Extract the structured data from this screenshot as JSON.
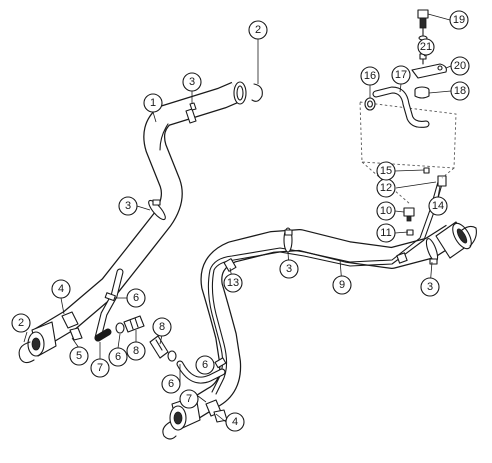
{
  "callouts": [
    {
      "label": "1"
    },
    {
      "label": "2"
    },
    {
      "label": "3"
    },
    {
      "label": "3"
    },
    {
      "label": "2"
    },
    {
      "label": "4"
    },
    {
      "label": "5"
    },
    {
      "label": "6"
    },
    {
      "label": "7"
    },
    {
      "label": "6"
    },
    {
      "label": "8"
    },
    {
      "label": "8"
    },
    {
      "label": "6"
    },
    {
      "label": "6"
    },
    {
      "label": "7"
    },
    {
      "label": "4"
    },
    {
      "label": "13"
    },
    {
      "label": "3"
    },
    {
      "label": "9"
    },
    {
      "label": "3"
    },
    {
      "label": "11"
    },
    {
      "label": "10"
    },
    {
      "label": "12"
    },
    {
      "label": "14"
    },
    {
      "label": "15"
    },
    {
      "label": "16"
    },
    {
      "label": "17"
    },
    {
      "label": "18"
    },
    {
      "label": "19"
    },
    {
      "label": "20"
    },
    {
      "label": "21"
    }
  ]
}
